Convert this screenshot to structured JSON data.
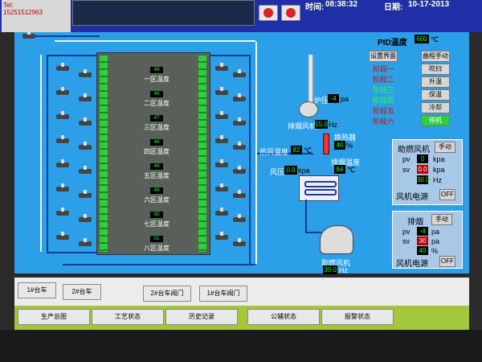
{
  "header": {
    "tel_label": "Tel:",
    "tel_number": "15251512963",
    "time_label": "时间:",
    "time_value": "08:38:32",
    "date_label": "日期:",
    "date_value": "10-17-2013"
  },
  "zones": [
    {
      "name": "一区温度",
      "value": "46"
    },
    {
      "name": "二区温度",
      "value": "49"
    },
    {
      "name": "三区温度",
      "value": "47"
    },
    {
      "name": "四区温度",
      "value": "48"
    },
    {
      "name": "五区温度",
      "value": "46"
    },
    {
      "name": "六区温度",
      "value": "49"
    },
    {
      "name": "七区温度",
      "value": "50"
    },
    {
      "name": "八区温度",
      "value": "51"
    }
  ],
  "pid": {
    "label": "PID温度",
    "value": "600",
    "unit": "℃"
  },
  "controls": {
    "setup": "设置界面",
    "manual_mode": "曲程手动",
    "heat": "吹扫",
    "rise": "升温",
    "hold": "保温",
    "cool": "冷却",
    "stop": "停机"
  },
  "steps": [
    "阶段一",
    "阶段二",
    "阶段三",
    "阶段四",
    "阶段五",
    "阶段六"
  ],
  "exhaust_fan": {
    "label": "排烟风机",
    "hz": "15.0",
    "hz_unit": "Hz",
    "pressure_label": "炉压",
    "pressure": "-4",
    "pressure_unit": "pa"
  },
  "heat_exchanger": {
    "label": "换热器",
    "value": "40",
    "unit": "%"
  },
  "hot_air": {
    "label": "热风温度",
    "value": "82",
    "unit": "℃"
  },
  "flue_temp": {
    "label": "排烟温度",
    "value": "84",
    "unit": "℃"
  },
  "air_pressure": {
    "label": "风压",
    "value": "0.0",
    "unit": "kpa"
  },
  "combustion_fan": {
    "label": "助燃风机",
    "hz": "30.0",
    "hz_unit": "Hz"
  },
  "combustion_panel": {
    "title": "助燃风机",
    "manual": "手动",
    "pv_label": "pv",
    "pv": "0",
    "pv_unit": "kpa",
    "sv_label": "sv",
    "sv": "0.0",
    "sv_unit": "kpa",
    "out": "30.0",
    "out_unit": "Hz",
    "power_label": "风机电源",
    "power_state": "OFF"
  },
  "exhaust_panel": {
    "title": "排烟",
    "manual": "手动",
    "pv_label": "pv",
    "pv": "-4",
    "pv_unit": "pa",
    "sv_label": "sv",
    "sv": "30",
    "sv_unit": "pa",
    "out": "40",
    "out_unit": "%",
    "power_label": "风机电源",
    "power_state": "OFF"
  },
  "carts": {
    "cart1": "1#台车",
    "cart2": "2#台车",
    "valve2": "2#台车阀门",
    "valve1": "1#台车阀门"
  },
  "nav": [
    "生产总图",
    "工艺状态",
    "历史记录",
    "公辅状态",
    "报警状态"
  ]
}
